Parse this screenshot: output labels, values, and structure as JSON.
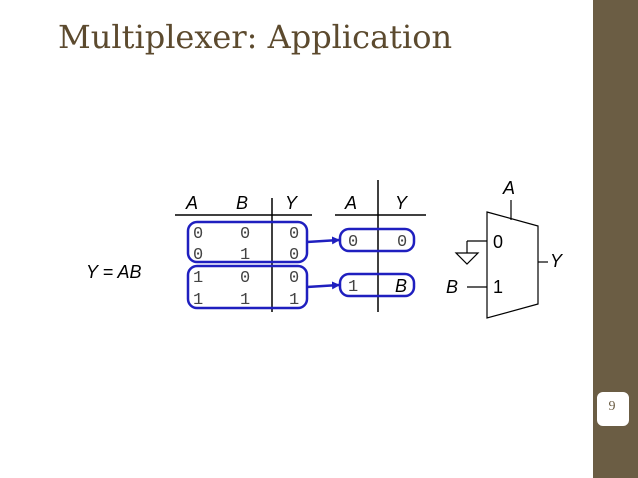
{
  "slide": {
    "title": "Multiplexer: Application",
    "page_number": "9"
  },
  "equation": "Y = AB",
  "truth_table": {
    "headers": [
      "A",
      "B",
      "Y"
    ],
    "rows": [
      [
        "0",
        "0",
        "0"
      ],
      [
        "0",
        "1",
        "0"
      ],
      [
        "1",
        "0",
        "0"
      ],
      [
        "1",
        "1",
        "1"
      ]
    ]
  },
  "reduced_table": {
    "headers": [
      "A",
      "Y"
    ],
    "rows": [
      [
        "0",
        "0"
      ],
      [
        "1",
        "B"
      ]
    ]
  },
  "mux": {
    "select_label": "A",
    "input0_label": "0",
    "input1_label": "1",
    "input1_signal": "B",
    "output_label": "Y"
  },
  "colors": {
    "accent_blue": "#1f1fbf",
    "sidebar": "#6b5d44",
    "title": "#5c4a2e"
  }
}
